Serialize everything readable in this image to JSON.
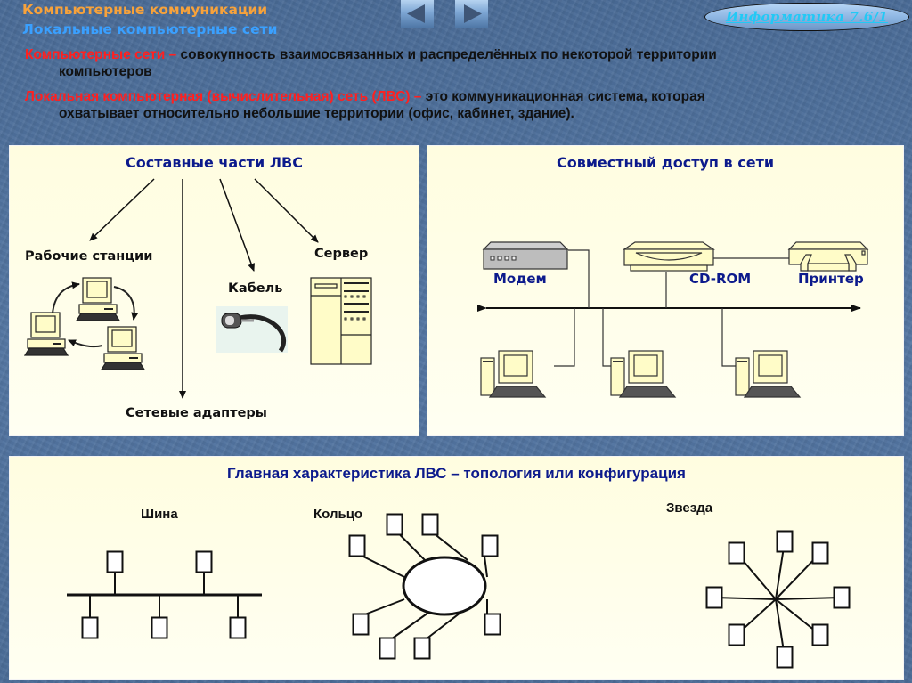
{
  "header": {
    "title": "Компьютерные коммуникации",
    "subtitle": "Локальные компьютерные сети",
    "nav": {
      "prev_icon": "triangle-left",
      "next_icon": "triangle-right"
    },
    "badge": "Информатика   7.6/1"
  },
  "definitions": [
    {
      "term": "Компьютерные сети –",
      "text": " совокупность взаимосвязанных и распределённых по некоторой территории",
      "continuation": "компьютеров"
    },
    {
      "term": "Локальная компьютерная (вычислительная) сеть (ЛВС) –",
      "text": " это коммуникационная система, которая",
      "continuation": "охватывает относительно небольшие территории (офис, кабинет, здание)."
    }
  ],
  "components_panel": {
    "title": "Составные части ЛВС",
    "items": [
      {
        "label": "Рабочие станции",
        "icon": "workstations-ring-icon"
      },
      {
        "label": "Сетевые адаптеры",
        "icon": "arrow-down"
      },
      {
        "label": "Кабель",
        "icon": "cable-icon"
      },
      {
        "label": "Сервер",
        "icon": "server-icon"
      }
    ]
  },
  "shared_access_panel": {
    "title": "Совместный доступ в сети",
    "devices": [
      {
        "label": "Модем",
        "icon": "modem-icon"
      },
      {
        "label": "CD-ROM",
        "icon": "cdrom-icon"
      },
      {
        "label": "Принтер",
        "icon": "printer-icon"
      }
    ],
    "workstations": 3
  },
  "topology_panel": {
    "title": "Главная характеристика ЛВС – топология или конфигурация",
    "topologies": [
      {
        "label": "Шина",
        "nodes": 5
      },
      {
        "label": "Кольцо",
        "nodes": 8
      },
      {
        "label": "Звезда",
        "nodes": 8
      }
    ]
  },
  "colors": {
    "background": "#4d6e99",
    "title_orange": "#f7a23b",
    "subtitle_blue": "#3aa0ff",
    "term_red": "#ff2020",
    "panel_fill": "#fffde6",
    "panel_title": "#0c1a8c",
    "badge_text": "#22c9f5"
  }
}
